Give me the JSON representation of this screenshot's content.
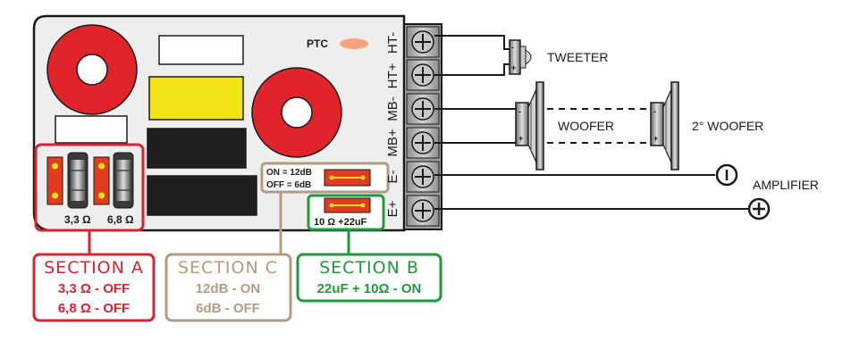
{
  "colors": {
    "board": "#eeeeee",
    "red_toroid": "#e0242a",
    "yellow_cap": "#f2e317",
    "black_cap": "#1f1f1f",
    "section_a": "#d9242e",
    "section_b": "#1e9a3c",
    "section_c": "#b39b7f",
    "jumper": "#e33b1f",
    "ptc": "#f2a57e"
  },
  "board": {
    "ptc_label": "PTC",
    "fuse_label_1": "3,3 Ω",
    "fuse_label_2": "6,8 Ω",
    "section_c_line1": "ON = 12dB",
    "section_c_line2": "OFF = 6dB",
    "section_b_label": "10 Ω +22uF"
  },
  "terminals": [
    {
      "label": "HT-"
    },
    {
      "label": "HT+"
    },
    {
      "label": "MB-"
    },
    {
      "label": "MB+"
    },
    {
      "label": "E-"
    },
    {
      "label": "E+"
    }
  ],
  "speakers": {
    "tweeter": "TWEETER",
    "woofer": "WOOFER",
    "woofer2": "2° WOOFER",
    "amplifier": "AMPLIFIER"
  },
  "sections": {
    "a": {
      "title": "SECTION A",
      "line1": "3,3 Ω - OFF",
      "line2": "6,8 Ω - OFF"
    },
    "c": {
      "title": "SECTION C",
      "line1": "12dB - ON",
      "line2": "6dB - OFF"
    },
    "b": {
      "title": "SECTION B",
      "line1": "22uF + 10Ω - ON"
    }
  }
}
